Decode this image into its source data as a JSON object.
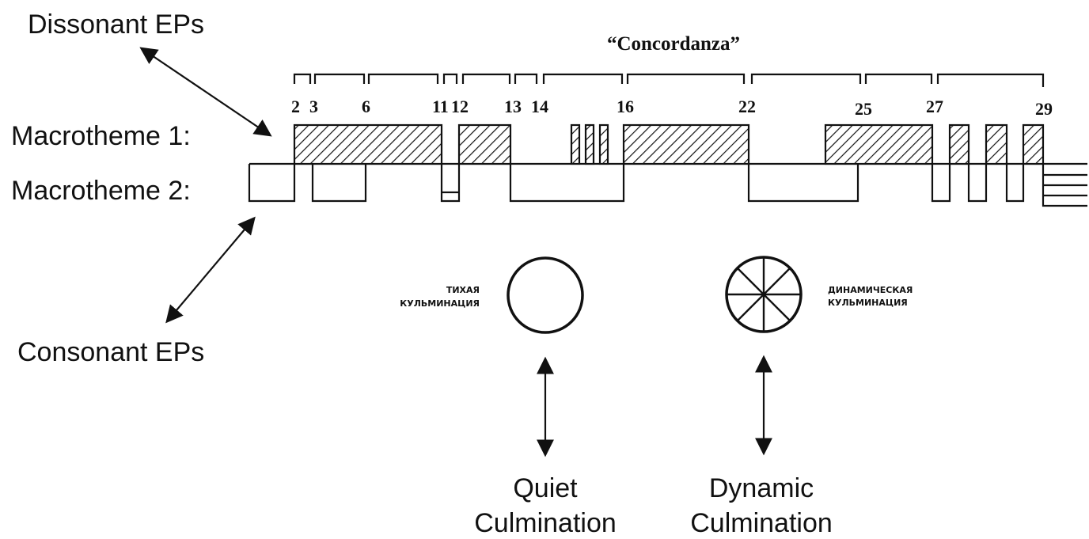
{
  "labels": {
    "dissonant": "Dissonant EPs",
    "macrotheme1": "Macrotheme 1:",
    "macrotheme2": "Macrotheme 2:",
    "consonant": "Consonant EPs",
    "quiet_1": "Quiet",
    "quiet_2": "Culmination",
    "dynamic_1": "Dynamic",
    "dynamic_2": "Culmination"
  },
  "figure": {
    "title": "“Concordanza”",
    "bar_numbers": [
      "2",
      "3",
      "6",
      "11",
      "12",
      "13",
      "14",
      "16",
      "22",
      "25",
      "27",
      "29"
    ],
    "quiet_ru_1": "ТИХАЯ",
    "quiet_ru_2": "КУЛЬМИНАЦИЯ",
    "dynamic_ru_1": "ДИНАМИЧЕСКАЯ",
    "dynamic_ru_2": "КУЛЬМИНАЦИЯ"
  }
}
